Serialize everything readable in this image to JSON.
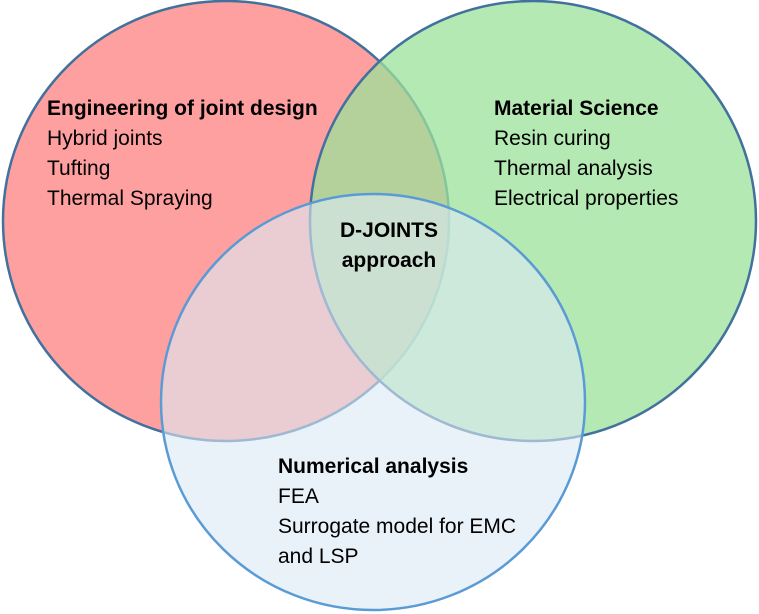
{
  "sets": [
    {
      "id": "engineering",
      "title": "Engineering of joint design",
      "items": [
        "Hybrid joints",
        "Tufting",
        "Thermal Spraying"
      ],
      "fill": "#ff8080",
      "stroke": "#41719c"
    },
    {
      "id": "material",
      "title": "Material Science",
      "items": [
        "Resin curing",
        "Thermal analysis",
        "Electrical properties"
      ],
      "fill": "#9be29b",
      "stroke": "#41719c"
    },
    {
      "id": "numerical",
      "title": "Numerical analysis",
      "items": [
        "FEA",
        "Surrogate model for EMC",
        "and LSP"
      ],
      "fill": "#dce9f5",
      "stroke": "#5b9bd5"
    }
  ],
  "center": {
    "line1": "D-JOINTS",
    "line2": "approach"
  }
}
